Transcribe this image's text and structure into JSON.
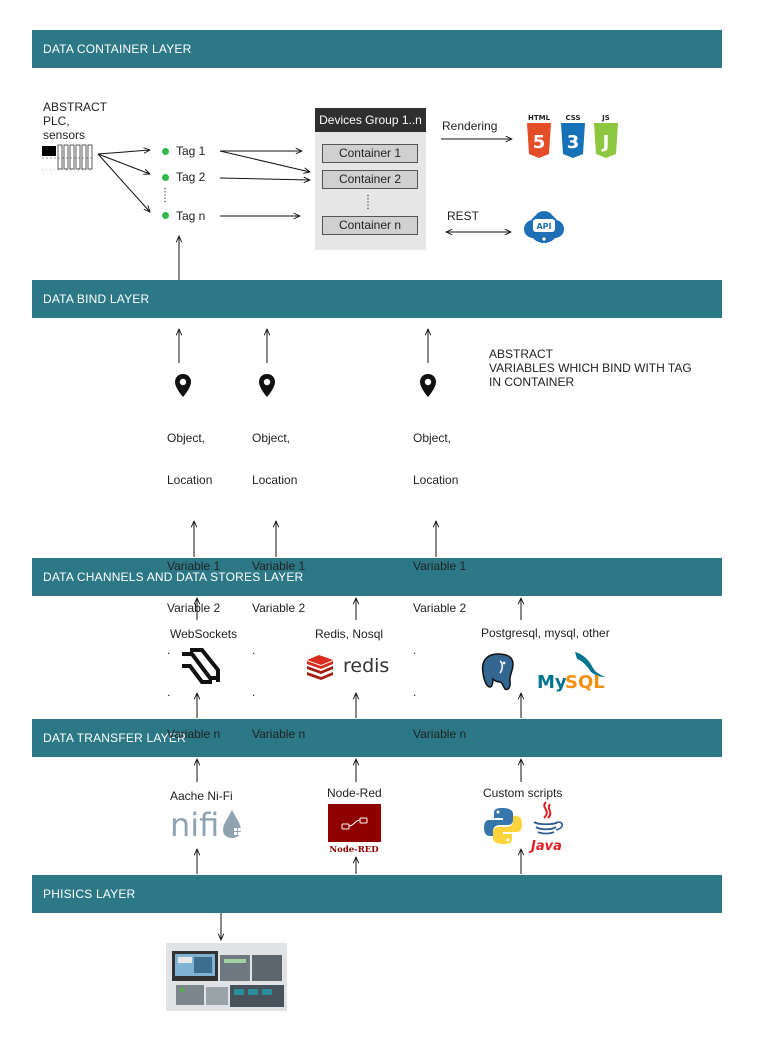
{
  "layers": {
    "container": "DATA CONTAINER LAYER",
    "bind": "DATA BIND LAYER",
    "channels": "DATA CHANNELS AND DATA STORES  LAYER",
    "transfer": "DATA TRANSFER LAYER",
    "physics": "PHISICS LAYER"
  },
  "container_layer": {
    "abstract_label": [
      "ABSTRACT",
      "PLC,",
      "sensors"
    ],
    "tags": [
      "Tag 1",
      "Tag 2",
      "Tag n"
    ],
    "devices_group_title": "Devices Group 1..n",
    "containers": [
      "Container 1",
      "Container 2",
      "Container n"
    ],
    "rendering_label": "Rendering",
    "rest_label": "REST",
    "web_badges": [
      "HTML",
      "CSS",
      "JS"
    ],
    "web_numbers": [
      "5",
      "3"
    ],
    "api_label": "API"
  },
  "bind_layer": {
    "note": [
      "ABSTRACT",
      "VARIABLES WHICH BIND WITH TAG",
      "IN CONTAINER"
    ],
    "columns": [
      {
        "object": "Object,",
        "location": "Location",
        "var1": "Variable 1",
        "var2": "Variable 2",
        "dot1": ".",
        "dot2": ".",
        "varn": "Variable n"
      },
      {
        "object": "Object,",
        "location": "Location",
        "var1": "Variable 1",
        "var2": "Variable 2",
        "dot1": ".",
        "dot2": ".",
        "varn": "Variable n"
      },
      {
        "object": "Object,",
        "location": "Location",
        "var1": "Variable 1",
        "var2": "Variable 2",
        "dot1": ".",
        "dot2": ".",
        "varn": "Variable n"
      }
    ]
  },
  "channels_layer": {
    "websockets_label": "WebSockets",
    "redis_label": "Redis, Nosql",
    "redis_logo_text": "redis",
    "sql_label": "Postgresql, mysql, other",
    "mysql_my": "My",
    "mysql_sql": "SQL"
  },
  "transfer_layer": {
    "nifi_label": "Aache Ni-Fi",
    "nifi_logo_text": "nifi",
    "nodered_label": "Node-Red",
    "nodered_logo_text": "Node-RED",
    "scripts_label": "Custom scripts",
    "java_logo_text": "Java"
  },
  "colors": {
    "band": "#2c7886",
    "tag_dot": "#2db84a",
    "html5": "#e44d26",
    "css3": "#1572b6",
    "js": "#8dc63f",
    "api": "#1e6fb5",
    "redis": "#d82c20",
    "mysql_blue": "#00758f",
    "mysql_orange": "#f29111",
    "nodered": "#8f0000",
    "python_blue": "#3776ab",
    "python_yellow": "#ffd43b",
    "java_red": "#e11f21",
    "java_blue": "#2c5b8e"
  },
  "icons": [
    "location-pin-icon",
    "websocket-icon",
    "redis-icon",
    "postgresql-icon",
    "mysql-icon",
    "nifi-icon",
    "node-red-icon",
    "python-icon",
    "java-icon",
    "html5-icon",
    "css3-icon",
    "js-icon",
    "api-cloud-icon",
    "plc-rack-icon",
    "siemens-hardware-icon"
  ]
}
